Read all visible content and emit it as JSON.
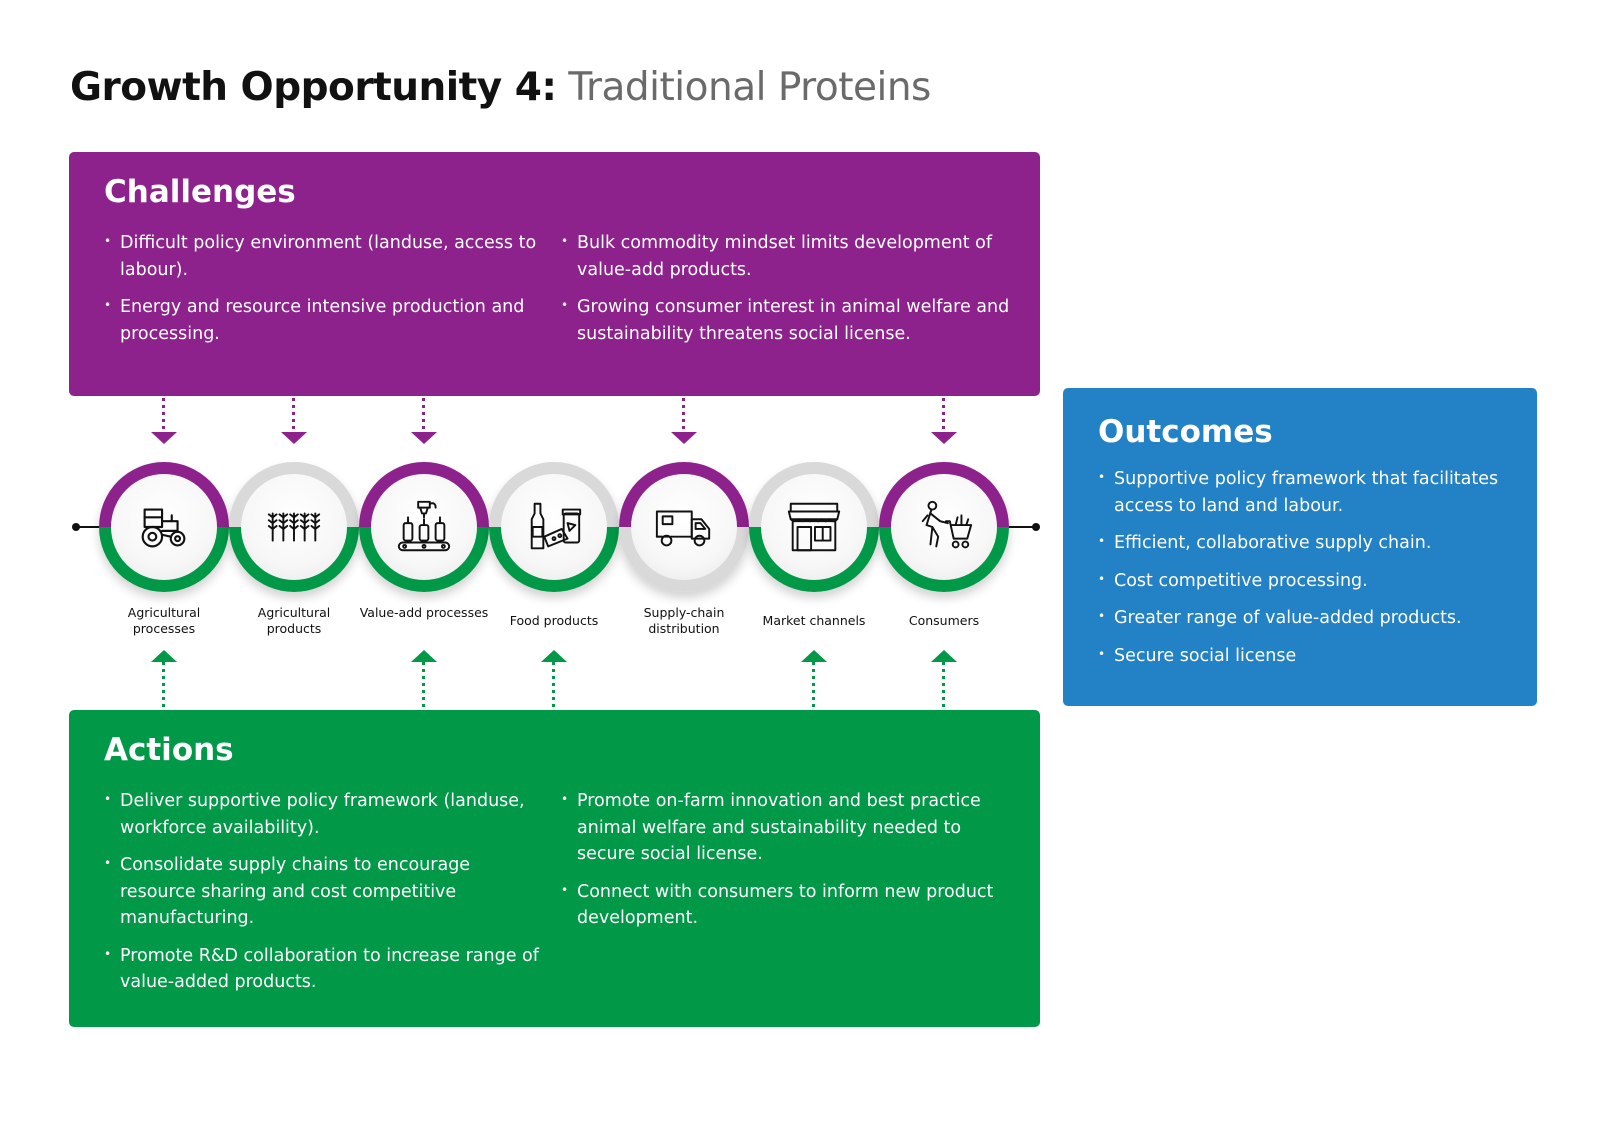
{
  "title": {
    "prefix": "Growth Opportunity 4:",
    "subject": "Traditional Proteins"
  },
  "challenges": {
    "heading": "Challenges",
    "items": [
      "Difficult policy environment (landuse, access to labour).",
      "Energy and resource intensive production and processing.",
      "Bulk commodity mindset limits development of value-add products.",
      "Growing consumer interest in animal welfare and sustainability threatens social license."
    ]
  },
  "stages": [
    {
      "label": "Agricultural processes",
      "icon": "tractor-icon"
    },
    {
      "label": "Agricultural products",
      "icon": "wheat-icon"
    },
    {
      "label": "Value-add processes",
      "icon": "bottling-line-icon"
    },
    {
      "label": "Food products",
      "icon": "food-products-icon"
    },
    {
      "label": "Supply-chain distribution",
      "icon": "delivery-truck-icon"
    },
    {
      "label": "Market channels",
      "icon": "storefront-icon"
    },
    {
      "label": "Consumers",
      "icon": "shopper-cart-icon"
    }
  ],
  "actions": {
    "heading": "Actions",
    "items": [
      "Deliver supportive policy framework (landuse, workforce availability).",
      "Consolidate supply chains to encourage resource sharing and cost competitive manufacturing.",
      "Promote R&D collaboration to increase range of value-added products.",
      "Promote on-farm innovation and best practice animal welfare and sustainability needed to secure social license.",
      "Connect with consumers to inform new product development."
    ]
  },
  "outcomes": {
    "heading": "Outcomes",
    "items": [
      "Supportive policy framework that facilitates access to land and labour.",
      "Efficient, collaborative supply chain.",
      "Cost competitive processing.",
      "Greater range of value-added products.",
      "Secure social license"
    ]
  },
  "colors": {
    "challenges": "#8e228c",
    "actions": "#019847",
    "outcomes": "#2381c5",
    "neutral_ring": "#d9d9d9"
  }
}
